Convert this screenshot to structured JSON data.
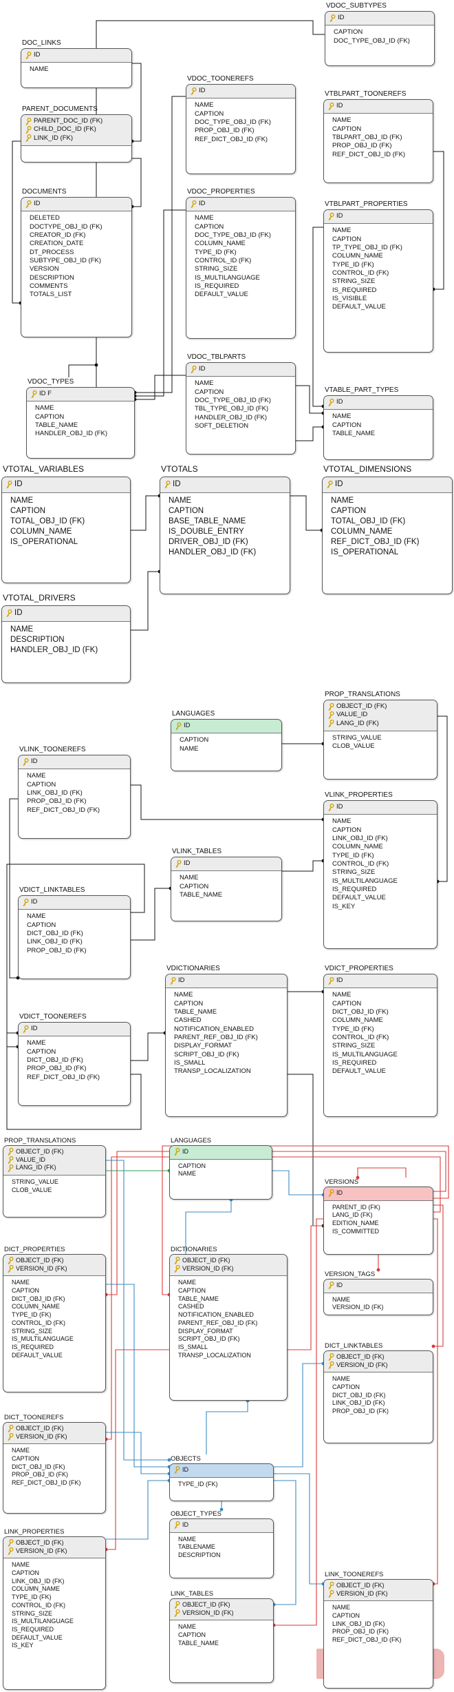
{
  "colors": {
    "line_black": "#111111",
    "line_blue": "#3b8ac2",
    "line_red": "#d83a3a",
    "line_green": "#2f9e54",
    "header_gray": "#ececec",
    "header_green": "#c7ecd3",
    "header_red": "#f8c2c2",
    "header_blue": "#c3d9ee",
    "key_icon": "#d0a000"
  },
  "icons": {
    "primary_key": "key-icon",
    "watermark": "watermark-logo"
  },
  "entities": [
    {
      "id": "s1_vdoc_subtypes",
      "title": "VDOC_SUBTYPES",
      "keys": [
        "ID"
      ],
      "fields": [
        "CAPTION",
        "DOC_TYPE_OBJ_ID (FK)"
      ]
    },
    {
      "id": "s1_doc_links",
      "title": "DOC_LINKS",
      "keys": [
        "ID"
      ],
      "fields": [
        "NAME"
      ]
    },
    {
      "id": "s1_parent_documents",
      "title": "PARENT_DOCUMENTS",
      "keys": [
        "PARENT_DOC_ID (FK)",
        "CHILD_DOC_ID (FK)",
        "LINK_ID (FK)"
      ],
      "fields": []
    },
    {
      "id": "s1_documents",
      "title": "DOCUMENTS",
      "keys": [
        "ID"
      ],
      "fields": [
        "DELETED",
        "DOCTYPE_OBJ_ID (FK)",
        "CREATOR_ID (FK)",
        "CREATION_DATE",
        "DT_PROCESS",
        "SUBTYPE_OBJ_ID (FK)",
        "VERSION",
        "DESCRIPTION",
        "COMMENTS",
        "TOTALS_LIST"
      ]
    },
    {
      "id": "s1_vdoc_toonerefs",
      "title": "VDOC_TOONEREFS",
      "keys": [
        "ID"
      ],
      "fields": [
        "NAME",
        "CAPTION",
        "DOC_TYPE_OBJ_ID (FK)",
        "PROP_OBJ_ID (FK)",
        "REF_DICT_OBJ_ID (FK)"
      ]
    },
    {
      "id": "s1_vtblpart_toonerefs",
      "title": "VTBLPART_TOONEREFS",
      "keys": [
        "ID"
      ],
      "fields": [
        "NAME",
        "CAPTION",
        "TBLPART_OBJ_ID (FK)",
        "PROP_OBJ_ID (FK)",
        "REF_DICT_OBJ_ID (FK)"
      ]
    },
    {
      "id": "s1_vdoc_properties",
      "title": "VDOC_PROPERTIES",
      "keys": [
        "ID"
      ],
      "fields": [
        "NAME",
        "CAPTION",
        "DOC_TYPE_OBJ_ID (FK)",
        "COLUMN_NAME",
        "TYPE_ID (FK)",
        "CONTROL_ID (FK)",
        "STRING_SIZE",
        "IS_MULTILANGUAGE",
        "IS_REQUIRED",
        "DEFAULT_VALUE"
      ]
    },
    {
      "id": "s1_vtblpart_properties",
      "title": "VTBLPART_PROPERTIES",
      "keys": [
        "ID"
      ],
      "fields": [
        "NAME",
        "CAPTION",
        "TP_TYPE_OBJ_ID (FK)",
        "COLUMN_NAME",
        "TYPE_ID (FK)",
        "CONTROL_ID (FK)",
        "STRING_SIZE",
        "IS_REQUIRED",
        "IS_VISIBLE",
        "DEFAULT_VALUE"
      ]
    },
    {
      "id": "s1_vdoc_tblparts",
      "title": "VDOC_TBLPARTS",
      "keys": [
        "ID"
      ],
      "fields": [
        "NAME",
        "CAPTION",
        "DOC_TYPE_OBJ_ID (FK)",
        "TBL_TYPE_OBJ_ID (FK)",
        "HANDLER_OBJ_ID (FK)",
        "SOFT_DELETION"
      ]
    },
    {
      "id": "s1_vdoc_types",
      "title": "VDOC_TYPES",
      "keys": [
        "ID F"
      ],
      "fields": [
        "NAME",
        "CAPTION",
        "TABLE_NAME",
        "HANDLER_OBJ_ID (FK)"
      ]
    },
    {
      "id": "s1_vtable_part_types",
      "title": "VTABLE_PART_TYPES",
      "keys": [
        "ID"
      ],
      "fields": [
        "NAME",
        "CAPTION",
        "TABLE_NAME"
      ]
    },
    {
      "id": "s2_vtotal_variables",
      "title": "VTOTAL_VARIABLES",
      "keys": [
        "ID"
      ],
      "fields": [
        "NAME",
        "CAPTION",
        "TOTAL_OBJ_ID (FK)",
        "COLUMN_NAME",
        "IS_OPERATIONAL"
      ]
    },
    {
      "id": "s2_vtotals",
      "title": "VTOTALS",
      "keys": [
        "ID"
      ],
      "fields": [
        "NAME",
        "CAPTION",
        "BASE_TABLE_NAME",
        "IS_DOUBLE_ENTRY",
        "DRIVER_OBJ_ID (FK)",
        "HANDLER_OBJ_ID (FK)"
      ]
    },
    {
      "id": "s2_vtotal_dimensions",
      "title": "VTOTAL_DIMENSIONS",
      "keys": [
        "ID"
      ],
      "fields": [
        "NAME",
        "CAPTION",
        "TOTAL_OBJ_ID (FK)",
        "COLUMN_NAME",
        "REF_DICT_OBJ_ID (FK)",
        "IS_OPERATIONAL"
      ]
    },
    {
      "id": "s2_vtotal_drivers",
      "title": "VTOTAL_DRIVERS",
      "keys": [
        "ID"
      ],
      "fields": [
        "NAME",
        "DESCRIPTION",
        "HANDLER_OBJ_ID (FK)"
      ]
    },
    {
      "id": "s3_languages",
      "title": "LANGUAGES",
      "keys": [
        "ID"
      ],
      "fields": [
        "CAPTION",
        "NAME"
      ]
    },
    {
      "id": "s3_prop_translations",
      "title": "PROP_TRANSLATIONS",
      "keys": [
        "OBJECT_ID (FK)",
        "VALUE_ID",
        "LANG_ID (FK)"
      ],
      "fields": [
        "STRING_VALUE",
        "CLOB_VALUE"
      ]
    },
    {
      "id": "s3_vlink_toonerefs",
      "title": "VLINK_TOONEREFS",
      "keys": [
        "ID"
      ],
      "fields": [
        "NAME",
        "CAPTION",
        "LINK_OBJ_ID (FK)",
        "PROP_OBJ_ID (FK)",
        "REF_DICT_OBJ_ID (FK)"
      ]
    },
    {
      "id": "s3_vlink_properties",
      "title": "VLINK_PROPERTIES",
      "keys": [
        "ID"
      ],
      "fields": [
        "NAME",
        "CAPTION",
        "LINK_OBJ_ID (FK)",
        "COLUMN_NAME",
        "TYPE_ID (FK)",
        "CONTROL_ID (FK)",
        "STRING_SIZE",
        "IS_MULTILANGUAGE",
        "IS_REQUIRED",
        "DEFAULT_VALUE",
        "IS_KEY"
      ]
    },
    {
      "id": "s3_vlink_tables",
      "title": "VLINK_TABLES",
      "keys": [
        "ID"
      ],
      "fields": [
        "NAME",
        "CAPTION",
        "TABLE_NAME"
      ]
    },
    {
      "id": "s3_vdict_linktables",
      "title": "VDICT_LINKTABLES",
      "keys": [
        "ID"
      ],
      "fields": [
        "NAME",
        "CAPTION",
        "DICT_OBJ_ID (FK)",
        "LINK_OBJ_ID (FK)",
        "PROP_OBJ_ID (FK)"
      ]
    },
    {
      "id": "s3_vdictionaries",
      "title": "VDICTIONARIES",
      "keys": [
        "ID"
      ],
      "fields": [
        "NAME",
        "CAPTION",
        "TABLE_NAME",
        "CASHED",
        "NOTIFICATION_ENABLED",
        "PARENT_REF_OBJ_ID (FK)",
        "DISPLAY_FORMAT",
        "SCRIPT_OBJ_ID (FK)",
        "IS_SMALL",
        "TRANSP_LOCALIZATION"
      ]
    },
    {
      "id": "s3_vdict_properties",
      "title": "VDICT_PROPERTIES",
      "keys": [
        "ID"
      ],
      "fields": [
        "NAME",
        "CAPTION",
        "DICT_OBJ_ID (FK)",
        "COLUMN_NAME",
        "TYPE_ID (FK)",
        "CONTROL_ID (FK)",
        "STRING_SIZE",
        "IS_MULTILANGUAGE",
        "IS_REQUIRED",
        "DEFAULT_VALUE"
      ]
    },
    {
      "id": "s3_vdict_toonerefs",
      "title": "VDICT_TOONEREFS",
      "keys": [
        "ID"
      ],
      "fields": [
        "NAME",
        "CAPTION",
        "DICT_OBJ_ID (FK)",
        "PROP_OBJ_ID (FK)",
        "REF_DICT_OBJ_ID (FK)"
      ]
    },
    {
      "id": "s4_prop_translations",
      "title": "PROP_TRANSLATIONS",
      "keys": [
        "OBJECT_ID (FK)",
        "VALUE_ID",
        "LANG_ID (FK)"
      ],
      "fields": [
        "STRING_VALUE",
        "CLOB_VALUE"
      ]
    },
    {
      "id": "s4_languages",
      "title": "LANGUAGES",
      "keys": [
        "ID"
      ],
      "fields": [
        "CAPTION",
        "NAME"
      ]
    },
    {
      "id": "s4_versions",
      "title": "VERSIONS",
      "keys": [
        "ID"
      ],
      "fields": [
        "PARENT_ID (FK)",
        "LANG_ID (FK)",
        "EDITION_NAME",
        "IS_COMMITTED"
      ]
    },
    {
      "id": "s4_dict_properties",
      "title": "DICT_PROPERTIES",
      "keys": [
        "OBJECT_ID (FK)",
        "VERSION_ID (FK)"
      ],
      "fields": [
        "NAME",
        "CAPTION",
        "DICT_OBJ_ID (FK)",
        "COLUMN_NAME",
        "TYPE_ID (FK)",
        "CONTROL_ID (FK)",
        "STRING_SIZE",
        "IS_MULTILANGUAGE",
        "IS_REQUIRED",
        "DEFAULT_VALUE"
      ]
    },
    {
      "id": "s4_dictionaries",
      "title": "DICTIONARIES",
      "keys": [
        "OBJECT_ID (FK)",
        "VERSION_ID (FK)"
      ],
      "fields": [
        "NAME",
        "CAPTION",
        "TABLE_NAME",
        "CASHED",
        "NOTIFICATION_ENABLED",
        "PARENT_REF_OBJ_ID (FK)",
        "DISPLAY_FORMAT",
        "SCRIPT_OBJ_ID (FK)",
        "IS_SMALL",
        "TRANSP_LOCALIZATION"
      ]
    },
    {
      "id": "s4_version_tags",
      "title": "VERSION_TAGS",
      "keys": [
        "ID"
      ],
      "fields": [
        "NAME",
        "VERSION_ID (FK)"
      ]
    },
    {
      "id": "s4_dict_linktables",
      "title": "DICT_LINKTABLES",
      "keys": [
        "OBJECT_ID (FK)",
        "VERSION_ID (FK)"
      ],
      "fields": [
        "NAME",
        "CAPTION",
        "DICT_OBJ_ID (FK)",
        "LINK_OBJ_ID (FK)",
        "PROP_OBJ_ID (FK)"
      ]
    },
    {
      "id": "s4_dict_toonerefs",
      "title": "DICT_TOONEREFS",
      "keys": [
        "OBJECT_ID (FK)",
        "VERSION_ID (FK)"
      ],
      "fields": [
        "NAME",
        "CAPTION",
        "DICT_OBJ_ID (FK)",
        "PROP_OBJ_ID (FK)",
        "REF_DICT_OBJ_ID (FK)"
      ]
    },
    {
      "id": "s4_objects",
      "title": "OBJECTS",
      "keys": [
        "ID"
      ],
      "fields": [
        "TYPE_ID (FK)"
      ]
    },
    {
      "id": "s4_object_types",
      "title": "OBJECT_TYPES",
      "keys": [
        "ID"
      ],
      "fields": [
        "NAME",
        "TABLENAME",
        "DESCRIPTION"
      ]
    },
    {
      "id": "s4_link_properties",
      "title": "LINK_PROPERTIES",
      "keys": [
        "OBJECT_ID (FK)",
        "VERSION_ID (FK)"
      ],
      "fields": [
        "NAME",
        "CAPTION",
        "LINK_OBJ_ID (FK)",
        "COLUMN_NAME",
        "TYPE_ID (FK)",
        "CONTROL_ID (FK)",
        "STRING_SIZE",
        "IS_MULTILANGUAGE",
        "IS_REQUIRED",
        "DEFAULT_VALUE",
        "IS_KEY"
      ]
    },
    {
      "id": "s4_link_tables",
      "title": "LINK_TABLES",
      "keys": [
        "OBJECT_ID (FK)",
        "VERSION_ID (FK)"
      ],
      "fields": [
        "NAME",
        "CAPTION",
        "TABLE_NAME"
      ]
    },
    {
      "id": "s4_link_toonerefs",
      "title": "LINK_TOONEREFS",
      "keys": [
        "OBJECT_ID (FK)",
        "VERSION_ID (FK)"
      ],
      "fields": [
        "NAME",
        "CAPTION",
        "LINK_OBJ_ID (FK)",
        "PROP_OBJ_ID (FK)",
        "REF_DICT_OBJ_ID (FK)"
      ]
    }
  ]
}
